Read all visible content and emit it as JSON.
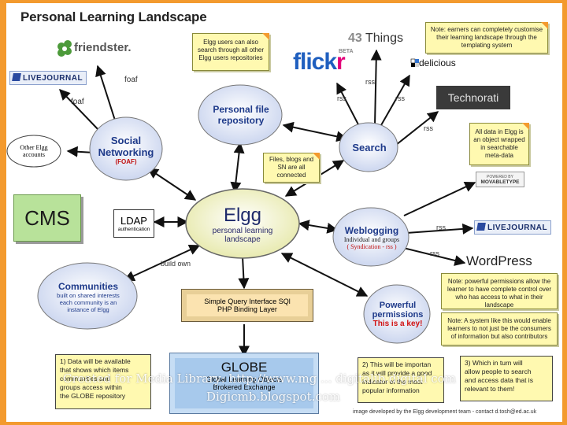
{
  "title": "Personal Learning Landscape",
  "hubs": {
    "elgg": {
      "name": "Elgg",
      "line1": "personal learning",
      "line2": "landscape"
    },
    "social": {
      "line1": "Social",
      "line2": "Networking",
      "sub": "(FOAF)"
    },
    "personal_file": {
      "line1": "Personal file",
      "line2": "repository"
    },
    "search": {
      "name": "Search"
    },
    "weblogging": {
      "name": "Weblogging",
      "sub1": "Individual and groups",
      "sub2": "( Syndication - rss )"
    },
    "communities": {
      "name": "Communities",
      "sub1": "built on shared interests",
      "sub2": "each community is an",
      "sub3": "instance of Elgg"
    },
    "powerful": {
      "line1": "Powerful",
      "line2": "permissions",
      "key": "This is a key!"
    },
    "other_elgg": {
      "line1": "Other Elgg",
      "line2": "accounts"
    }
  },
  "boxes": {
    "cms": "CMS",
    "ldap": {
      "name": "LDAP",
      "sub": "authentication"
    },
    "sql": {
      "line1": "Simple Query Interface SQl",
      "line2": "PHP Binding Layer"
    },
    "globe": {
      "name": "GLOBE",
      "line1": "Global Learning Objects",
      "line2": "Brokered Exchange"
    }
  },
  "labels": {
    "foaf1": "foaf",
    "foaf2": "foaf",
    "rss_flickr": "rss",
    "rss_search_left": "rss",
    "rss_search_right": "rss",
    "rss_technorati": "rss",
    "rss_lj_right": "rss",
    "rss_wordpress": "rss",
    "build_own": "build own"
  },
  "logos": {
    "friendster": "friendster.",
    "livejournal_left": "LIVEJOURNAL",
    "livejournal_right": "LIVEJOURNAL",
    "flickr_a": "flick",
    "flickr_b": "r",
    "flickr_beta": "BETA",
    "things_num": "43",
    "things_word": "Things",
    "delicious": "delicious",
    "technorati": "Technorati",
    "powered_by": "POWERED BY",
    "movable_type": "MOVABLETYPE",
    "wordpress": "WordPress"
  },
  "notes": {
    "elgg_users": "Elgg users can also search through all other Elgg users repositories",
    "learners": "Note: earners can completely customise their learning landscape through the templating system",
    "files_blogs": "Files, blogs and SN are all connected",
    "all_data": "All data in Elgg is an object wrapped in searchable meta-data",
    "permissions": "Note: powerful permissions allow the learner to have complete control over who has access to what in their landscape",
    "system": "Note: A system like this would enable learners to not just be the consumers of information but also contributors"
  },
  "bottom_notes": {
    "note1": {
      "l1": "1) Data will be available",
      "l2": "that shows which items",
      "l3": "communities and",
      "l4": "groups access within",
      "l5": "the GLOBE repository"
    },
    "note2": {
      "l1": "2) This will be importan",
      "l2": "as it will provide a good",
      "l3": "indicator of the most",
      "l4": "popular information"
    },
    "note3": {
      "l1": "3) Which in turn will",
      "l2": "allow people to search",
      "l3": "and access data that is",
      "l4": "relevant to them!"
    }
  },
  "credit": "image developed by the Elgg development team - contact d.tosh@ed.ac.uk",
  "watermark": {
    "line1": "Created for Media Library:  http://www.mg ... digitalib.digital com",
    "line2": "Digicmb.blogspot.com"
  },
  "colors": {
    "frame": "#f39a2e",
    "note": "#fff9b0",
    "hub": "#d6dff3",
    "elgg": "#f2f3c8",
    "cms": "#b8e29a",
    "globe": "#a7c9ec",
    "key_red": "#d11010"
  }
}
